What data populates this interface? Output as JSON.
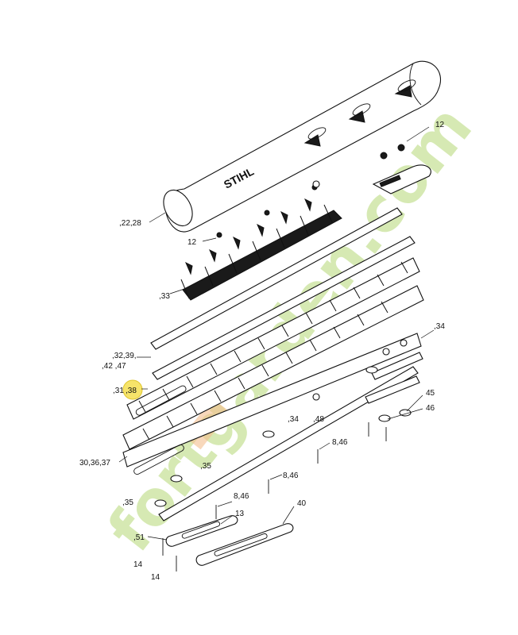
{
  "brand": {
    "logo_text": "STIHL"
  },
  "watermark": {
    "text": "fortgarden.com",
    "color_green": "#c9e3a0",
    "color_orange": "#f2b37a"
  },
  "highlight_color": "#f6e46a",
  "labels": {
    "l_22_28": ",22,28",
    "l_12_top": "12",
    "l_12_mid": "12",
    "l_33": ",33",
    "l_32_39": ",32,39,",
    "l_42_47": ",42  ,47",
    "l_31": ",31",
    "l_38": ",38",
    "l_30_36_37": "30,36,37",
    "l_34_right": ",34",
    "l_45": "45",
    "l_46": "46",
    "l_34_mid": ",34",
    "l_48": ",48",
    "l_8_46_a": "8,46",
    "l_35_a": ",35",
    "l_8_46_b": "8,46",
    "l_35_b": ",35",
    "l_8_46_c": "8,46",
    "l_13": "13",
    "l_40": "40",
    "l_51": ",51",
    "l_14_a": "14",
    "l_14_b": "14"
  }
}
